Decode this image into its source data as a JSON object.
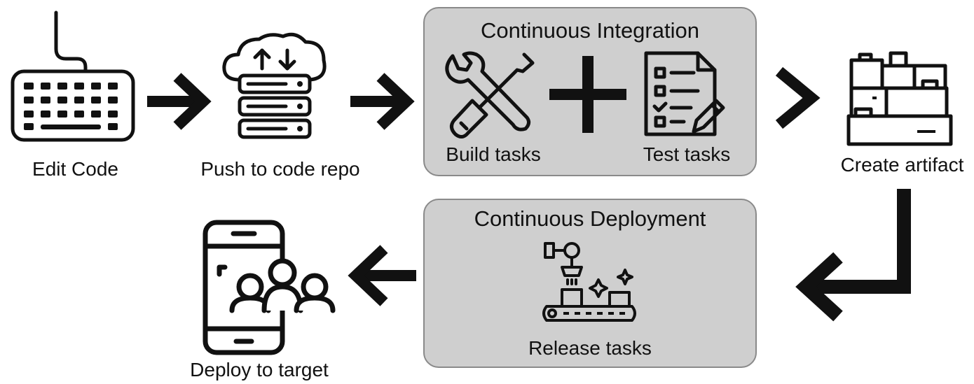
{
  "steps": {
    "edit_code": "Edit Code",
    "push_repo": "Push to code repo",
    "create_artifact": "Create artifact",
    "deploy_target": "Deploy to target"
  },
  "ci": {
    "title": "Continuous Integration",
    "build_label": "Build tasks",
    "test_label": "Test tasks"
  },
  "cd": {
    "title": "Continuous Deployment",
    "release_label": "Release tasks"
  },
  "icons": {
    "edit_code": "keyboard-icon",
    "push_repo": "cloud-server-icon",
    "build": "tools-icon",
    "plus": "plus-icon",
    "test": "checklist-icon",
    "create_artifact": "blocks-icon",
    "release": "conveyor-robot-icon",
    "deploy": "phone-users-icon"
  },
  "colors": {
    "box_fill": "#cfcfcf",
    "box_border": "#8a8a8a",
    "ink": "#111111"
  }
}
